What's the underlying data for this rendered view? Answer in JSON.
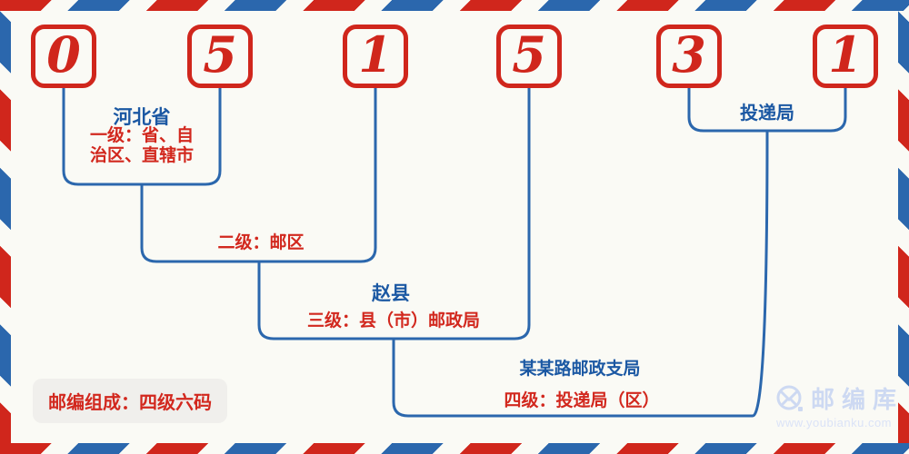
{
  "postal_code": {
    "digits": [
      "0",
      "5",
      "1",
      "5",
      "3",
      "1"
    ]
  },
  "levels": {
    "level1": {
      "place": "河北省",
      "label": "一级：省、自治区、直辖市"
    },
    "level2": {
      "label": "二级：邮区"
    },
    "level3": {
      "place": "赵县",
      "label": "三级：县（市）邮政局"
    },
    "level4": {
      "place": "某某路邮政支局",
      "label": "四级：投递局（区）"
    },
    "delivery_office": {
      "label": "投递局"
    }
  },
  "badge": {
    "text": "邮编组成：四级六码"
  },
  "watermark": {
    "brand": "邮编库",
    "url": "www.youbianku.com"
  },
  "colors": {
    "red": "#d0261c",
    "line_blue": "#2b67ad",
    "text_blue": "#1b58a3",
    "background": "#fafaf5",
    "badge_bg": "#f0efec",
    "watermark_blue": "#cdd9f2"
  }
}
